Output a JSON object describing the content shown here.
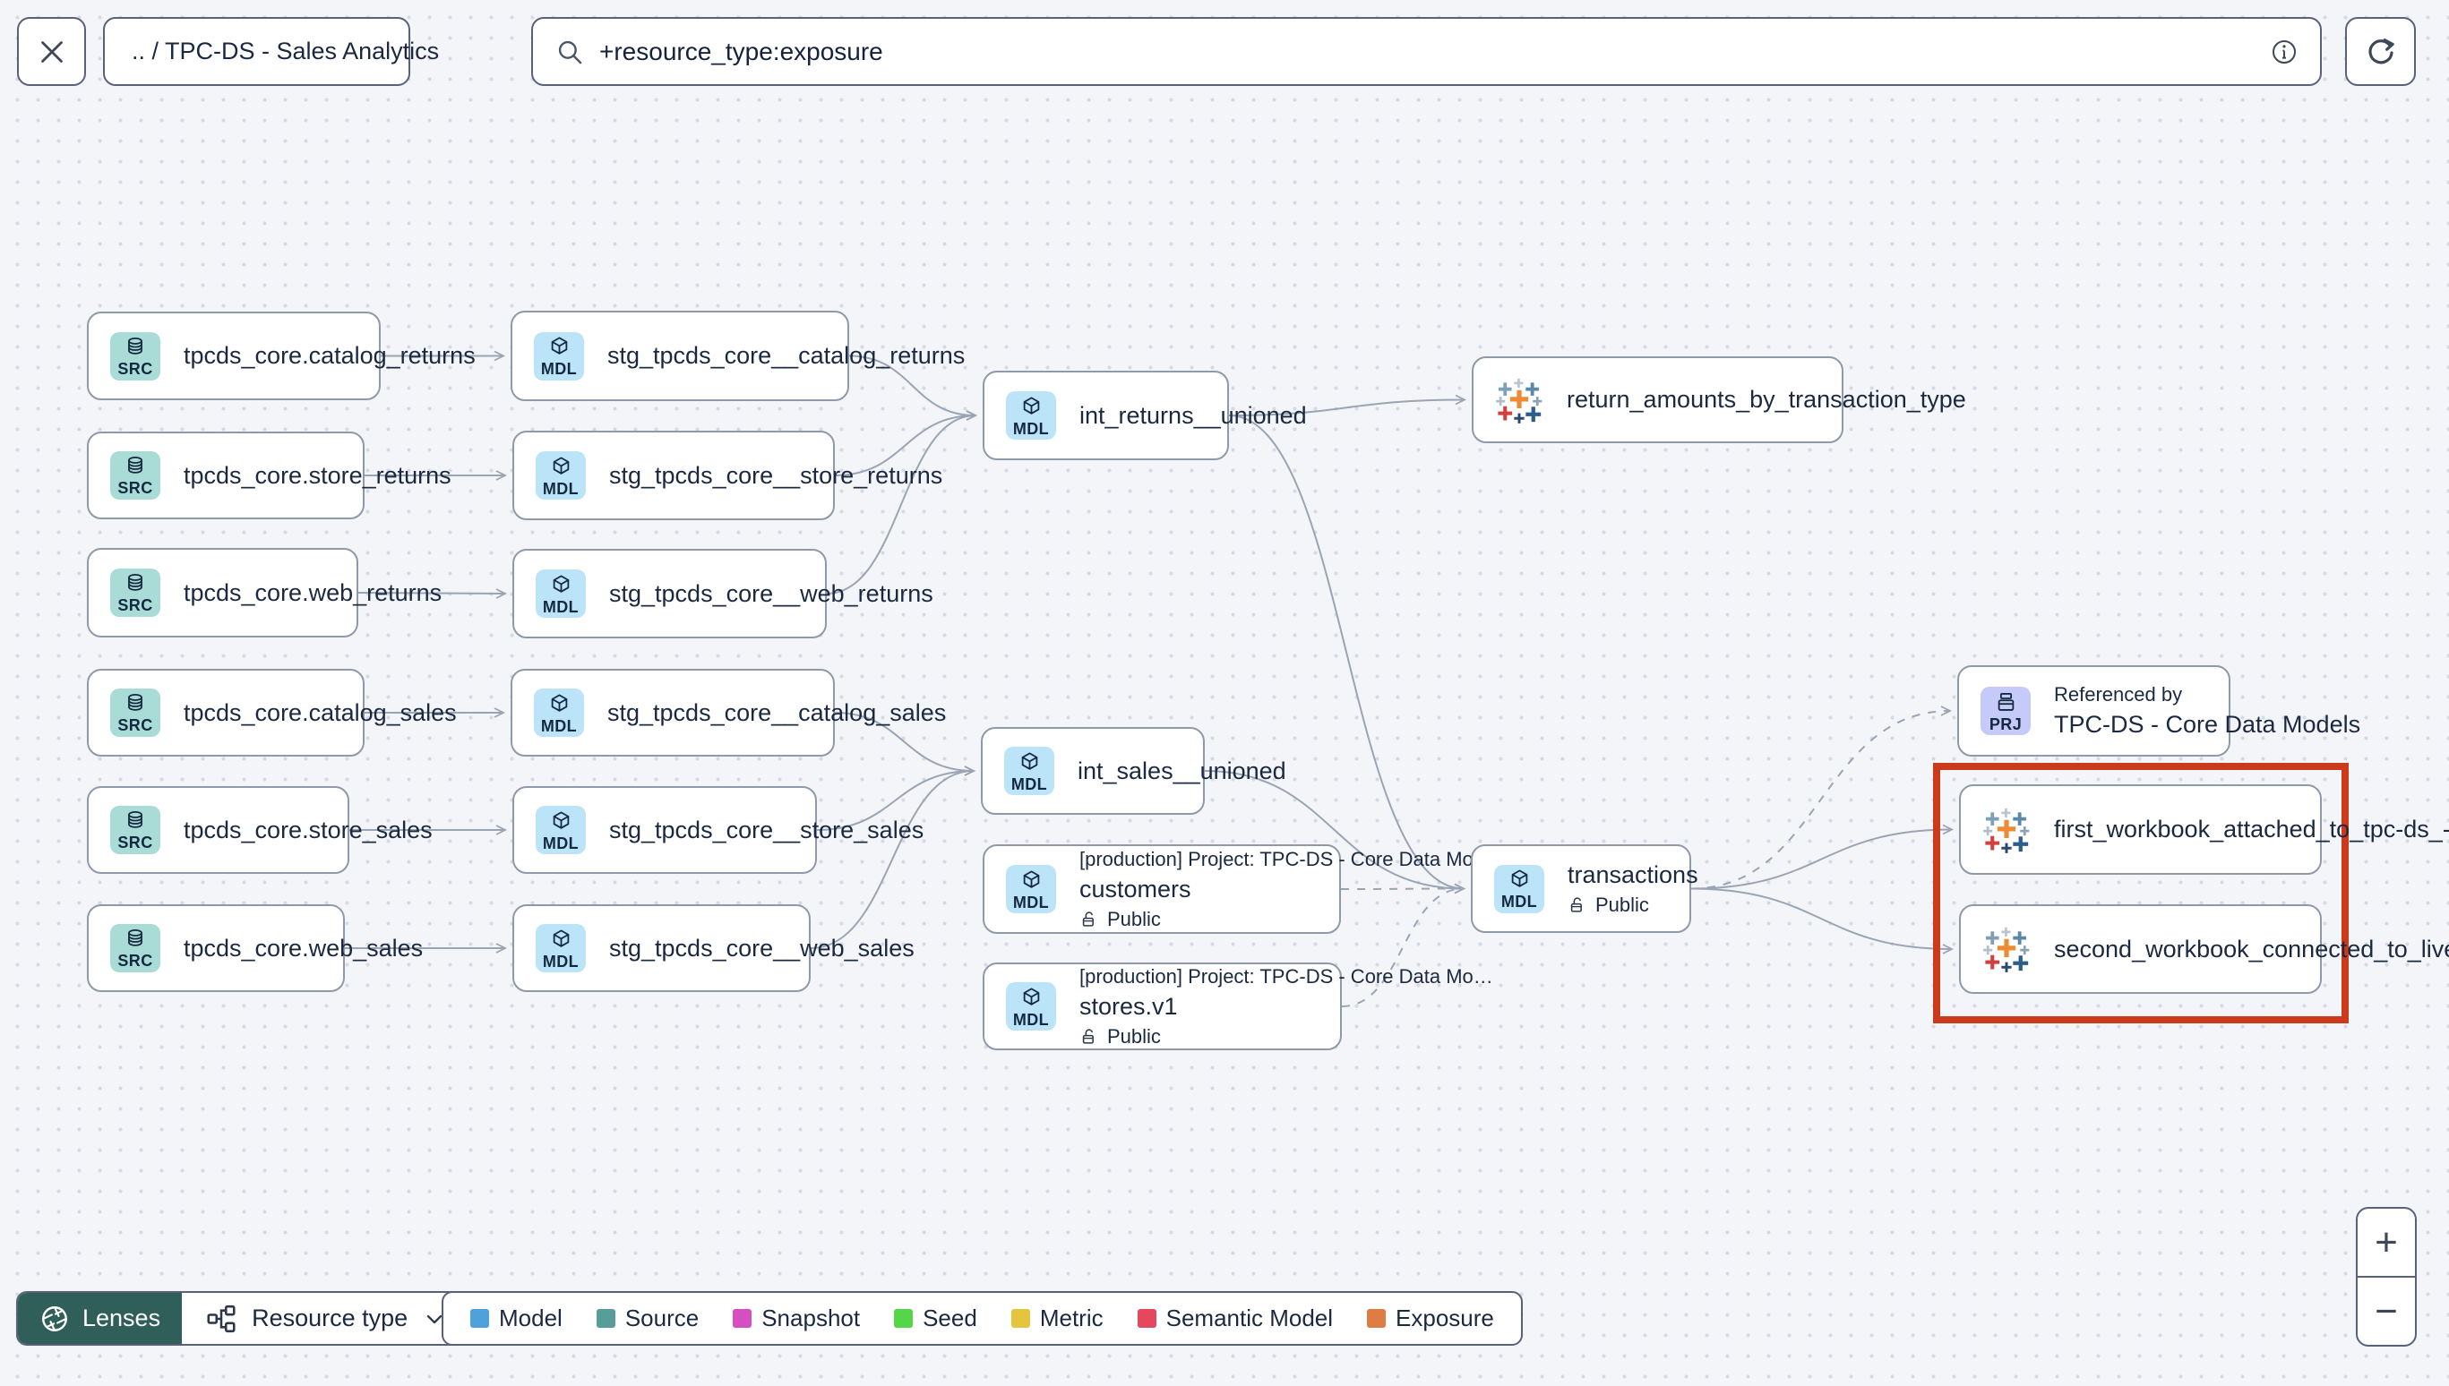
{
  "toolbar": {
    "breadcrumb": ".. / TPC-DS - Sales Analytics",
    "search_value": "+resource_type:exposure"
  },
  "graph": {
    "nodes": [
      {
        "id": "src_catalog_returns",
        "kind": "source",
        "badge": "SRC",
        "label": "tpcds_core.catalog_returns"
      },
      {
        "id": "src_store_returns",
        "kind": "source",
        "badge": "SRC",
        "label": "tpcds_core.store_returns"
      },
      {
        "id": "src_web_returns",
        "kind": "source",
        "badge": "SRC",
        "label": "tpcds_core.web_returns"
      },
      {
        "id": "src_catalog_sales",
        "kind": "source",
        "badge": "SRC",
        "label": "tpcds_core.catalog_sales"
      },
      {
        "id": "src_store_sales",
        "kind": "source",
        "badge": "SRC",
        "label": "tpcds_core.store_sales"
      },
      {
        "id": "src_web_sales",
        "kind": "source",
        "badge": "SRC",
        "label": "tpcds_core.web_sales"
      },
      {
        "id": "stg_catalog_returns",
        "kind": "model",
        "badge": "MDL",
        "label": "stg_tpcds_core__catalog_returns"
      },
      {
        "id": "stg_store_returns",
        "kind": "model",
        "badge": "MDL",
        "label": "stg_tpcds_core__store_returns"
      },
      {
        "id": "stg_web_returns",
        "kind": "model",
        "badge": "MDL",
        "label": "stg_tpcds_core__web_returns"
      },
      {
        "id": "stg_catalog_sales",
        "kind": "model",
        "badge": "MDL",
        "label": "stg_tpcds_core__catalog_sales"
      },
      {
        "id": "stg_store_sales",
        "kind": "model",
        "badge": "MDL",
        "label": "stg_tpcds_core__store_sales"
      },
      {
        "id": "stg_web_sales",
        "kind": "model",
        "badge": "MDL",
        "label": "stg_tpcds_core__web_sales"
      },
      {
        "id": "int_returns",
        "kind": "model",
        "badge": "MDL",
        "label": "int_returns__unioned"
      },
      {
        "id": "int_sales",
        "kind": "model",
        "badge": "MDL",
        "label": "int_sales__unioned"
      },
      {
        "id": "customers",
        "kind": "model",
        "badge": "MDL",
        "title": "[production] Project: TPC-DS - Core Data Mo…",
        "label": "customers",
        "access": "Public"
      },
      {
        "id": "stores_v1",
        "kind": "model",
        "badge": "MDL",
        "title": "[production] Project: TPC-DS - Core Data Mo…",
        "label": "stores.v1",
        "access": "Public"
      },
      {
        "id": "return_amounts",
        "kind": "exposure",
        "label": "return_amounts_by_transaction_type"
      },
      {
        "id": "transactions",
        "kind": "model",
        "badge": "MDL",
        "label": "transactions",
        "access": "Public"
      },
      {
        "id": "prj_ref",
        "kind": "project",
        "badge": "PRJ",
        "title": "Referenced by",
        "label": "TPC-DS - Core Data Models"
      },
      {
        "id": "wb_first",
        "kind": "exposure",
        "label": "first_workbook_attached_to_tpc-ds_-_…"
      },
      {
        "id": "wb_second",
        "kind": "exposure",
        "label": "second_workbook_connected_to_live…"
      }
    ],
    "edges": [
      {
        "from": "src_catalog_returns",
        "to": "stg_catalog_returns",
        "dashed": false
      },
      {
        "from": "src_store_returns",
        "to": "stg_store_returns",
        "dashed": false
      },
      {
        "from": "src_web_returns",
        "to": "stg_web_returns",
        "dashed": false
      },
      {
        "from": "src_catalog_sales",
        "to": "stg_catalog_sales",
        "dashed": false
      },
      {
        "from": "src_store_sales",
        "to": "stg_store_sales",
        "dashed": false
      },
      {
        "from": "src_web_sales",
        "to": "stg_web_sales",
        "dashed": false
      },
      {
        "from": "stg_catalog_returns",
        "to": "int_returns",
        "dashed": false
      },
      {
        "from": "stg_store_returns",
        "to": "int_returns",
        "dashed": false
      },
      {
        "from": "stg_web_returns",
        "to": "int_returns",
        "dashed": false
      },
      {
        "from": "stg_catalog_sales",
        "to": "int_sales",
        "dashed": false
      },
      {
        "from": "stg_store_sales",
        "to": "int_sales",
        "dashed": false
      },
      {
        "from": "stg_web_sales",
        "to": "int_sales",
        "dashed": false
      },
      {
        "from": "int_returns",
        "to": "return_amounts",
        "dashed": false
      },
      {
        "from": "int_returns",
        "to": "transactions",
        "dashed": false
      },
      {
        "from": "int_sales",
        "to": "transactions",
        "dashed": false
      },
      {
        "from": "customers",
        "to": "transactions",
        "dashed": true
      },
      {
        "from": "stores_v1",
        "to": "transactions",
        "dashed": true
      },
      {
        "from": "transactions",
        "to": "prj_ref",
        "dashed": true
      },
      {
        "from": "transactions",
        "to": "wb_first",
        "dashed": false
      },
      {
        "from": "transactions",
        "to": "wb_second",
        "dashed": false
      }
    ]
  },
  "legend": {
    "items": [
      {
        "label": "Model",
        "color": "#4da1dd"
      },
      {
        "label": "Source",
        "color": "#579d99"
      },
      {
        "label": "Snapshot",
        "color": "#d64fc0"
      },
      {
        "label": "Seed",
        "color": "#55d648"
      },
      {
        "label": "Metric",
        "color": "#e5c53d"
      },
      {
        "label": "Semantic Model",
        "color": "#e5485e"
      },
      {
        "label": "Exposure",
        "color": "#dd7d44"
      }
    ]
  },
  "controls": {
    "lenses_label": "Lenses",
    "resource_type_label": "Resource type",
    "zoom_in_label": "+",
    "zoom_out_label": "−"
  },
  "colors": {
    "selection_highlight": "#cb3a1a",
    "lenses_button": "#2f5f58",
    "model_chip": "#bce4f9",
    "source_chip": "#aadcd7",
    "project_chip": "#c6caf8",
    "edge": "#9aa4b3"
  }
}
